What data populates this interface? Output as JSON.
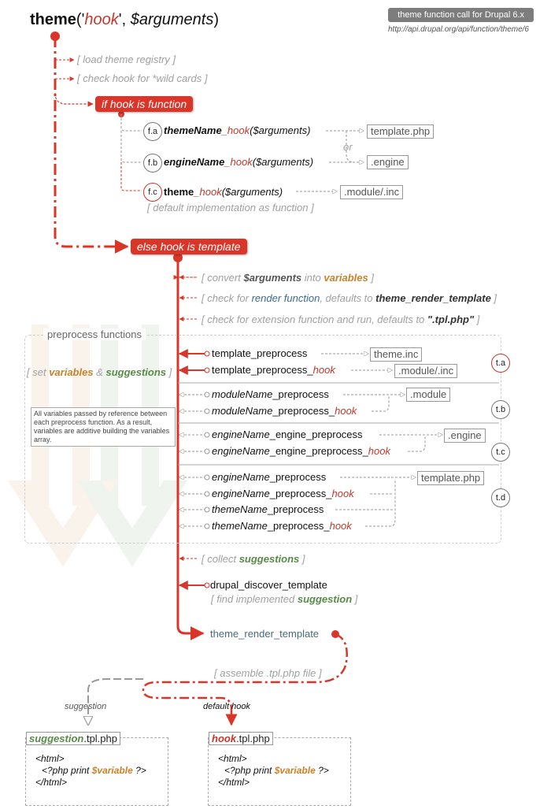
{
  "header": {
    "fn_name": "theme",
    "paren_open": "('",
    "hook": "hook",
    "sep": "', ",
    "args": "$arguments",
    "paren_close": ")",
    "tag": "theme function call for Drupal 6.x",
    "url": "http://api.drupal.org/api/function/theme/6"
  },
  "steps_top": {
    "load_registry": "[ load theme registry ]",
    "check_wild": "[ check hook for *wild cards ]"
  },
  "if_function": {
    "label": "if hook is function",
    "fa": {
      "badge": "f.a",
      "name": "themeName",
      "suffix": "_hook",
      "args": "($arguments)",
      "file": "template.php"
    },
    "or": "or",
    "fb": {
      "badge": "f.b",
      "name": "engineName",
      "suffix": "_hook",
      "args": "($arguments)",
      "file": ".engine"
    },
    "fc": {
      "badge": "f.c",
      "name": "theme",
      "suffix": "_hook",
      "args": "($arguments)",
      "file": ".module/.inc"
    },
    "default_impl": "[ default implementation as function ]"
  },
  "else_template": {
    "label": "else hook is template",
    "convert": {
      "pre": "[ convert ",
      "args": "$arguments",
      "mid": " into ",
      "vars": "variables",
      "post": " ]"
    },
    "check_render": {
      "pre": "[ check for ",
      "render": "render function",
      "mid": ", defaults to ",
      "fn": "theme_render_template",
      "post": " ]"
    },
    "check_ext": {
      "pre": "[ check for extension function and run, defaults to ",
      "fn": "\".tpl.php\"",
      "post": " ]"
    }
  },
  "preprocess": {
    "title": "preprocess functions",
    "set_vars": {
      "pre": "[ set ",
      "vars": "variables",
      "amp": " & ",
      "sugg": "suggestions",
      "post": " ]"
    },
    "note": "All variables passed by reference between each preprocess function. As a result, variables are additive building the variables array.",
    "ta": {
      "badge": "t.a",
      "rows": [
        {
          "name": "template_preprocess",
          "hook": "",
          "file": "theme.inc"
        },
        {
          "name": "template_preprocess_",
          "hook": "hook",
          "file": ".module/.inc"
        }
      ]
    },
    "tb": {
      "badge": "t.b",
      "rows": [
        {
          "name": "moduleName",
          "suffix": "_preprocess",
          "hook": "",
          "file": ".module"
        },
        {
          "name": "moduleName",
          "suffix": "_preprocess_",
          "hook": "hook",
          "file": ""
        }
      ]
    },
    "tc": {
      "badge": "t.c",
      "rows": [
        {
          "name": "engineName",
          "suffix": "_engine_preprocess",
          "hook": "",
          "file": ".engine"
        },
        {
          "name": "engineName",
          "suffix": "_engine_preprocess_",
          "hook": "hook",
          "file": ""
        }
      ]
    },
    "td": {
      "badge": "t.d",
      "rows": [
        {
          "name": "engineName",
          "suffix": "_preprocess",
          "hook": "",
          "file": "template.php"
        },
        {
          "name": "engineName",
          "suffix": "_preprocess_",
          "hook": "hook",
          "file": ""
        },
        {
          "name": "themeName",
          "suffix": "_preprocess",
          "hook": "",
          "file": ""
        },
        {
          "name": "themeName",
          "suffix": "_preprocess_",
          "hook": "hook",
          "file": ""
        }
      ]
    }
  },
  "after": {
    "collect": {
      "pre": "[ collect ",
      "sugg": "suggestions",
      "post": " ]"
    },
    "discover": "drupal_discover_template",
    "find": {
      "pre": "[ find implemented ",
      "sugg": "suggestion",
      "post": " ]"
    },
    "render": "theme_render_template",
    "assemble": "[ assemble .tpl.php file ]"
  },
  "outputs": {
    "suggestion_label": "suggestion",
    "default_label": "default hook",
    "sugg_file": {
      "name": "suggestion",
      "ext": ".tpl.php"
    },
    "hook_file": {
      "name": "hook",
      "ext": ".tpl.php"
    },
    "code": {
      "l1": "<html>",
      "l2a": "<?php print ",
      "l2b": "$variable",
      "l2c": " ?>",
      "l3": "</html>"
    }
  },
  "colors": {
    "accent": "#d9362a",
    "line_gray": "#999999",
    "green": "#5a8a4a",
    "orange": "#c9822a"
  }
}
